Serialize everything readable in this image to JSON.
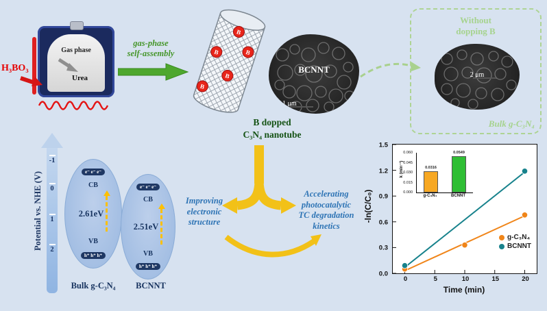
{
  "colors": {
    "background": "#d7e2f0",
    "green_arrow": "#4ea72e",
    "light_green": "#a6d38e",
    "navy": "#1f3864",
    "yellow": "#f2c118",
    "band_gap_arrow": "#ffc000",
    "red_dopant": "#e8251a"
  },
  "furnace": {
    "reagent": "H₃BO₃",
    "gas_phase": "Gas phase",
    "urea": "Urea"
  },
  "process_arrow": {
    "label_line1": "gas-phase",
    "label_line2": "self-assembly"
  },
  "nanotube": {
    "dopant": "B",
    "caption_line1": "B dopped",
    "caption_line2": "C₃N₄ nanotube"
  },
  "sem_main": {
    "label": "BCNNT",
    "scale_bar": "1 μm"
  },
  "no_doping_box": {
    "title_line1": "Without",
    "title_line2": "dopping B",
    "scale_bar": "2 μm",
    "caption": "Bulk g-C₃N₄"
  },
  "band_diagram": {
    "axis_label": "Potential vs. NHE (V)",
    "ticks": [
      "-1",
      "0",
      "1",
      "2"
    ],
    "panels": [
      {
        "electrons": "e⁻ e⁻ e⁻",
        "cb": "CB",
        "gap": "2.61eV",
        "vb": "VB",
        "holes": "h⁺ h⁺ h⁺",
        "caption": "Bulk g-C₃N₄"
      },
      {
        "electrons": "e⁻ e⁻ e⁻",
        "cb": "CB",
        "gap": "2.51eV",
        "vb": "VB",
        "holes": "h⁺ h⁺ h⁺",
        "caption": "BCNNT"
      }
    ]
  },
  "benefit_text": {
    "left_lines": [
      "Improving",
      "electronic",
      "structure"
    ],
    "right_lines": [
      "Accelerating",
      "photocatalytic",
      "TC degradation",
      "kinetics"
    ]
  },
  "chart_data": [
    {
      "type": "scatter",
      "title": "",
      "xlabel": "Time (min)",
      "ylabel": "-ln(C/C₀)",
      "xlim": [
        -2,
        22
      ],
      "ylim": [
        0,
        1.5
      ],
      "xticks": [
        0,
        5,
        10,
        15,
        20
      ],
      "yticks": [
        0,
        0.3,
        0.6,
        0.9,
        1.2,
        1.5
      ],
      "grid": false,
      "legend_position": "lower right",
      "series": [
        {
          "name": "g-C₃N₄",
          "color": "#f08519",
          "x": [
            0,
            10,
            20
          ],
          "y": [
            0.05,
            0.33,
            0.68
          ],
          "fit": [
            [
              0,
              0.03
            ],
            [
              20,
              0.67
            ]
          ]
        },
        {
          "name": "BCNNT",
          "color": "#17828c",
          "x": [
            0,
            20
          ],
          "y": [
            0.09,
            1.19
          ],
          "fit": [
            [
              0,
              0.07
            ],
            [
              20,
              1.18
            ]
          ]
        }
      ]
    },
    {
      "type": "bar",
      "ylabel": "k (min⁻¹)",
      "categories": [
        "g-C₃N₄",
        "BCNNT"
      ],
      "values": [
        0.0316,
        0.0549
      ],
      "value_labels": [
        "0.0316",
        "0.0549"
      ],
      "colors": [
        "#f7a823",
        "#2fbe34"
      ],
      "ylim": [
        0,
        0.06
      ],
      "yticks": [
        0,
        0.015,
        0.03,
        0.045,
        0.06
      ]
    }
  ]
}
